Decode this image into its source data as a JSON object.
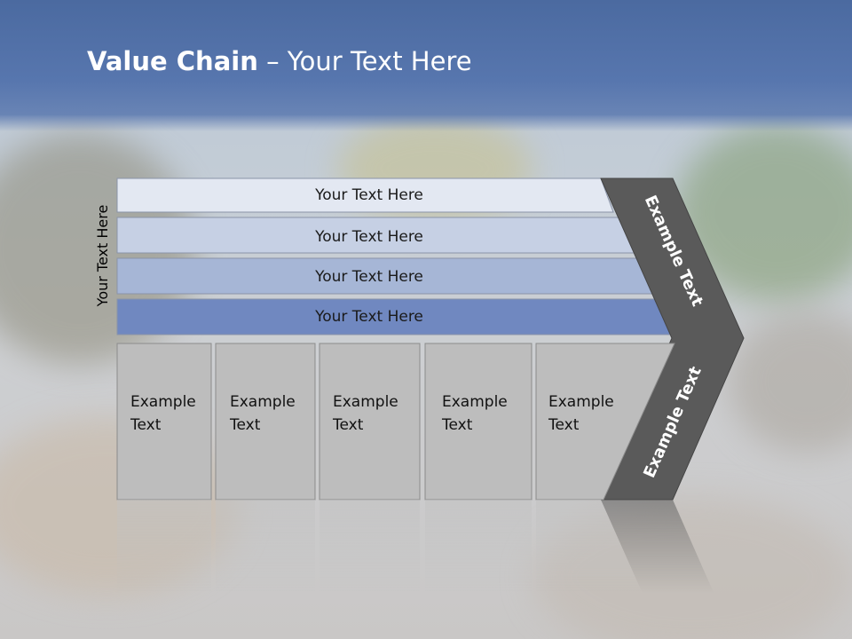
{
  "title": {
    "bold": "Value Chain",
    "rest": " – Your Text Here"
  },
  "side_label": "Your Text Here",
  "bars": [
    {
      "label": "Your Text Here",
      "color": "#e3e8f2"
    },
    {
      "label": "Your Text Here",
      "color": "#c6d0e4"
    },
    {
      "label": "Your Text Here",
      "color": "#a6b6d6"
    },
    {
      "label": "Your Text Here",
      "color": "#7088c0"
    }
  ],
  "cells": [
    {
      "line1": "Example",
      "line2": "Text"
    },
    {
      "line1": "Example",
      "line2": "Text"
    },
    {
      "line1": "Example",
      "line2": "Text"
    },
    {
      "line1": "Example",
      "line2": "Text"
    },
    {
      "line1": "Example",
      "line2": "Text"
    }
  ],
  "arrow_top_text": "Example Text",
  "arrow_bottom_text": "Example Text",
  "colors": {
    "title_band": "#5274ac",
    "arrow_fill": "#5a5a5a",
    "cell_fill": "#bdbdbd"
  }
}
